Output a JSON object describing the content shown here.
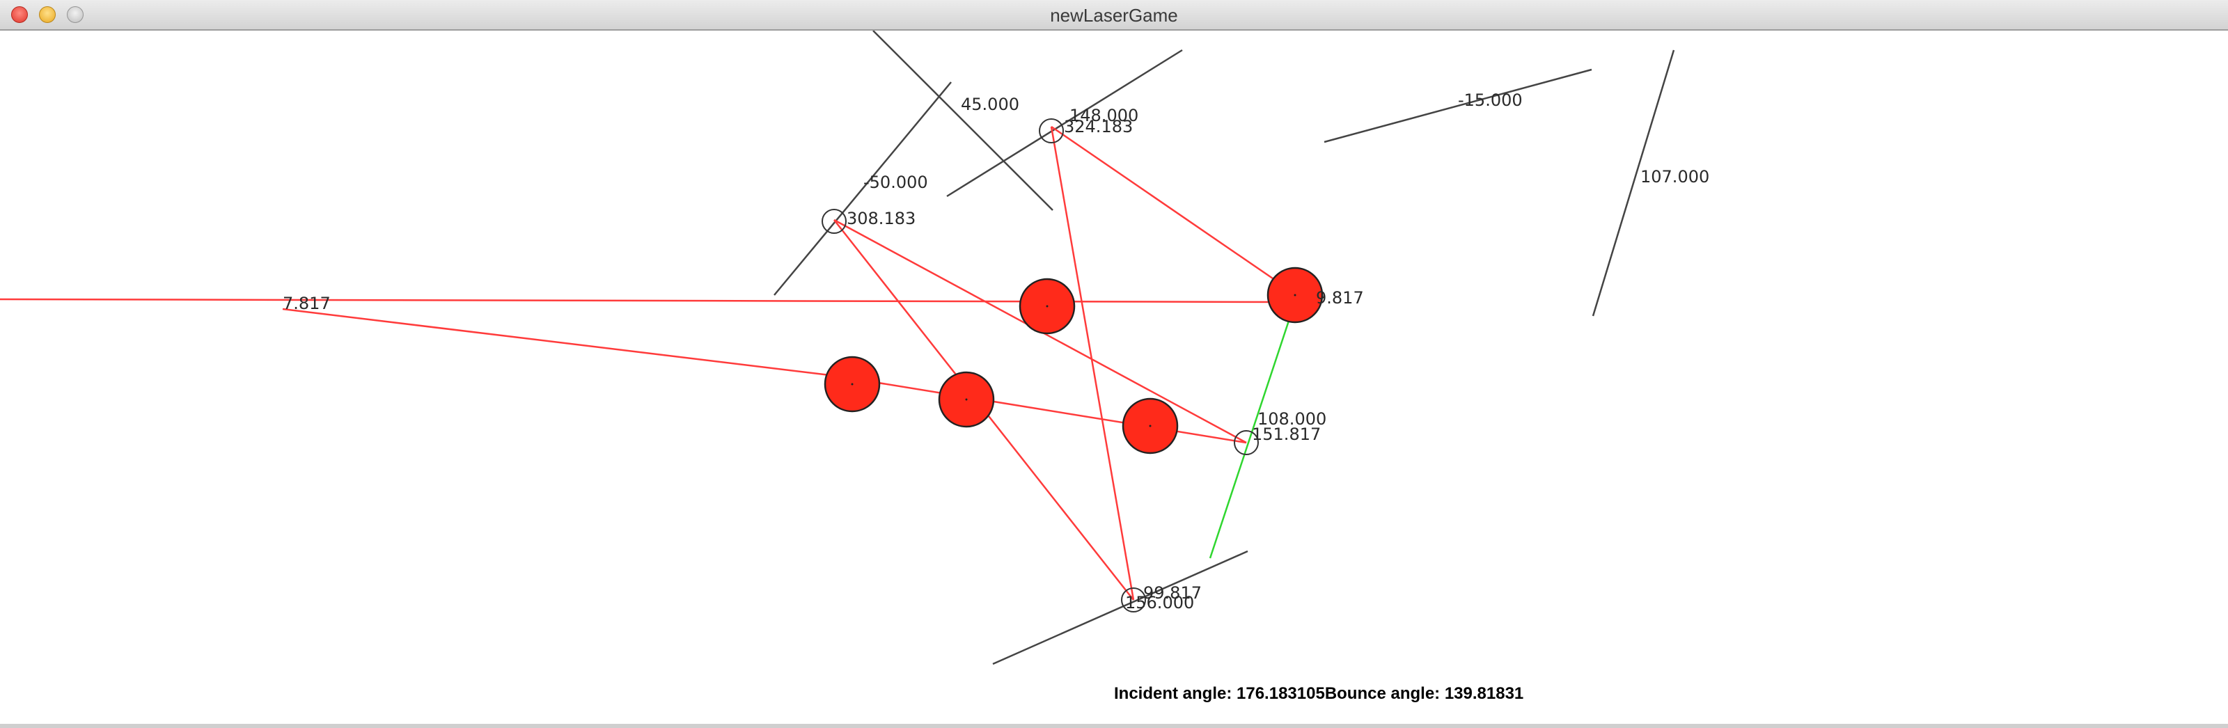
{
  "window": {
    "title": "newLaserGame",
    "controls": [
      "close",
      "minimize",
      "zoom"
    ]
  },
  "mirror_angle_labels": [
    "45.000",
    "148.000",
    "-50.000",
    "-15.000",
    "107.000",
    "108.000",
    "156.000"
  ],
  "reflection_readouts": [
    "324.183",
    "308.183",
    "151.817",
    "99.817",
    "7.817",
    "9.817"
  ],
  "status_text": "Incident angle: 176.183105Bounce angle: 139.81831",
  "colors": {
    "laser_beam": "#ff3b3b",
    "preview_beam": "#2fd62f",
    "target_fill": "#ff2a1a",
    "mirror_line": "#444444",
    "background": "#ffffff"
  }
}
